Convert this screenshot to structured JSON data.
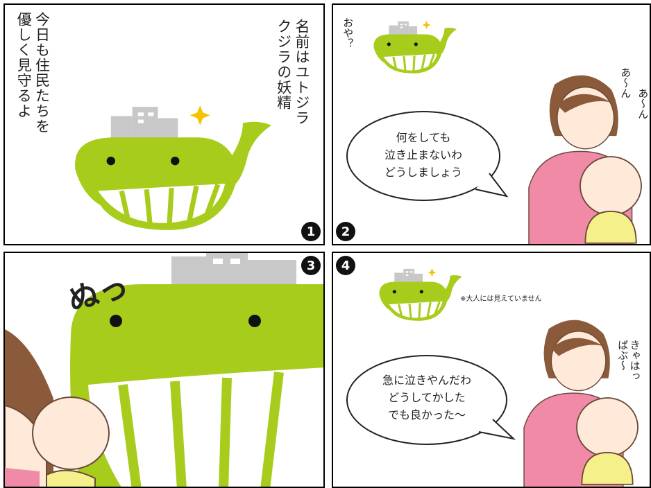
{
  "panels": [
    {
      "number": "1",
      "narration_right": "名前はユトジラ\nクジラの妖精",
      "narration_left": "今日も住民たちを\n優しく見守るよ"
    },
    {
      "number": "2",
      "whale_exclaim": "おや？",
      "baby_cry_1": "あ〜ん",
      "baby_cry_2": "あ〜ん",
      "speech": "何をしても\n泣き止まないわ\nどうしましょう"
    },
    {
      "number": "3",
      "sound_effect": "ぬっ"
    },
    {
      "number": "4",
      "note": "※大人には見えていません",
      "baby_sound": "きゃはっ\nばぶ〜",
      "speech": "急に泣きやんだわ\nどうしてかした\nでも良かった〜"
    }
  ],
  "colors": {
    "whale_green": "#a8cc1c",
    "building_gray": "#c8c8c8",
    "sparkle": "#f5c400",
    "mother_shirt": "#f08aa6",
    "mother_hair": "#8a5a3a",
    "baby_clothes": "#f5f08a",
    "skin": "#ffe9d9"
  }
}
